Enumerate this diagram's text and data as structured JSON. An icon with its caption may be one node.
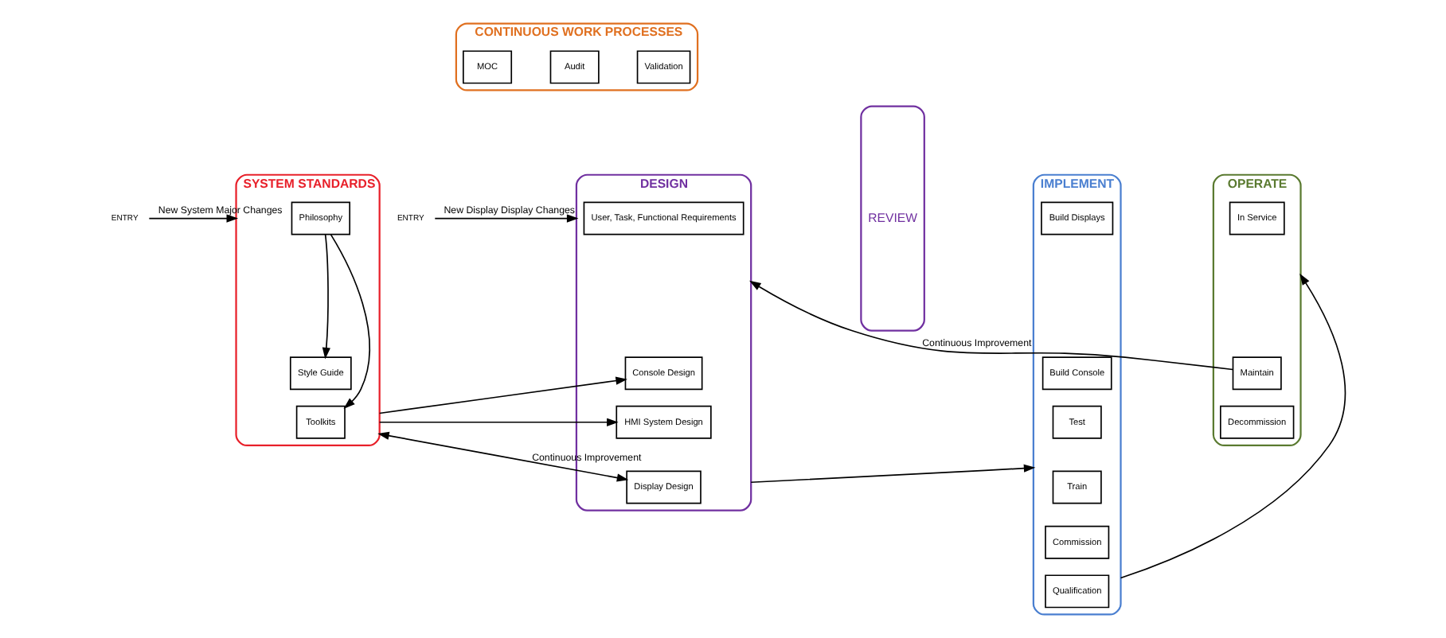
{
  "diagram": {
    "nodes": [
      {
        "text": [
          "CONTINUOUS WORK PROCESSES"
        ]
      },
      {
        "text": [
          "MOC"
        ],
        "in": 0
      },
      {
        "text": [
          "Audit"
        ],
        "in": 0
      },
      {
        "text": [
          "Validation"
        ],
        "in": 0
      },
      {
        "text": [
          "ENTRY"
        ]
      },
      {
        "text": [
          "SYSTEM STANDARDS"
        ]
      },
      {
        "text": [
          "Philosophy"
        ],
        "in": 5
      },
      {
        "text": [
          "Style Guide"
        ],
        "in": 5
      },
      {
        "text": [
          "Toolkits"
        ],
        "in": 5
      },
      {
        "text": [
          "ENTRY"
        ]
      },
      {
        "text": [
          "DESIGN"
        ]
      },
      {
        "text": [
          "User, Task, Functional Requirements"
        ],
        "in": 10
      },
      {
        "text": [
          "Console Design"
        ],
        "in": 10
      },
      {
        "text": [
          "HMI System Design"
        ],
        "in": 10
      },
      {
        "text": [
          "Display Design"
        ],
        "in": 10
      },
      {
        "text": [
          "REVIEW"
        ]
      },
      {
        "text": [
          "IMPLEMENT"
        ]
      },
      {
        "text": [
          "Build Displays"
        ],
        "in": 16
      },
      {
        "text": [
          "Build Console"
        ],
        "in": 16
      },
      {
        "text": [
          "Test"
        ],
        "in": 16
      },
      {
        "text": [
          "Train"
        ],
        "in": 16
      },
      {
        "text": [
          "Commission"
        ],
        "in": 16
      },
      {
        "text": [
          "Qualification"
        ],
        "in": 16
      },
      {
        "text": [
          "OPERATE"
        ]
      },
      {
        "text": [
          "In Service"
        ],
        "in": 23
      },
      {
        "text": [
          "Maintain"
        ],
        "in": 23
      },
      {
        "text": [
          "Decommission"
        ],
        "in": 23
      }
    ],
    "edges": [
      {
        "from": 4,
        "to": 5,
        "arrow": "to",
        "label": "New System Major Changes"
      },
      {
        "from": 9,
        "to": 10,
        "arrow": "to",
        "label": "New Display Display Changes"
      },
      {
        "from": 6,
        "to": 7,
        "arrow": "to"
      },
      {
        "from": 6,
        "to": 8,
        "arrow": "to"
      },
      {
        "from": 5,
        "to": 12,
        "arrow": "to"
      },
      {
        "from": 5,
        "to": 13,
        "arrow": "to"
      },
      {
        "from": 5,
        "to": 14,
        "arrow": "both",
        "label": "Continuous Improvement"
      },
      {
        "from": 10,
        "to": 16,
        "arrow": "to"
      },
      {
        "from": 16,
        "to": 23,
        "arrow": "to"
      },
      {
        "from": 25,
        "to": 10,
        "arrow": "to",
        "label": "Continuous Improvement"
      }
    ]
  }
}
